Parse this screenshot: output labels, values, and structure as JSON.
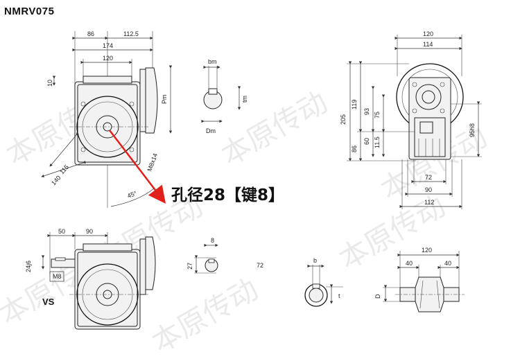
{
  "title": "NMRV075",
  "callout": "孔径28【键8】",
  "variant_label": "VS",
  "watermark": "本原传动",
  "top_left_dims": {
    "d86": "86",
    "d112_5": "112.5",
    "d174": "174",
    "d120": "120",
    "d10": "10",
    "pm": "Pm",
    "d115": "115",
    "d140": "140",
    "angle": "45°",
    "m8": "M8x14"
  },
  "shaft_section": {
    "bm": "bm",
    "tm": "tm",
    "dm": "Dm"
  },
  "right_view_dims": {
    "d120": "120",
    "d114": "114",
    "d205": "205",
    "d119": "119",
    "d93": "93",
    "d75": "75",
    "d60": "60",
    "d11_5": "11.5",
    "d86": "86",
    "d95h8": "95h8",
    "d72": "72",
    "d90": "90",
    "d112": "112"
  },
  "bottom_left_dims": {
    "d50": "50",
    "d90": "90",
    "d24j6": "24j6",
    "m8": "M8"
  },
  "key_section": {
    "d8": "8",
    "d27": "27"
  },
  "label_72": "72",
  "hollow_section": {
    "b": "b",
    "t": "t"
  },
  "bottom_right_dims": {
    "d120": "120",
    "d40a": "40",
    "d40b": "40",
    "d": "D"
  }
}
